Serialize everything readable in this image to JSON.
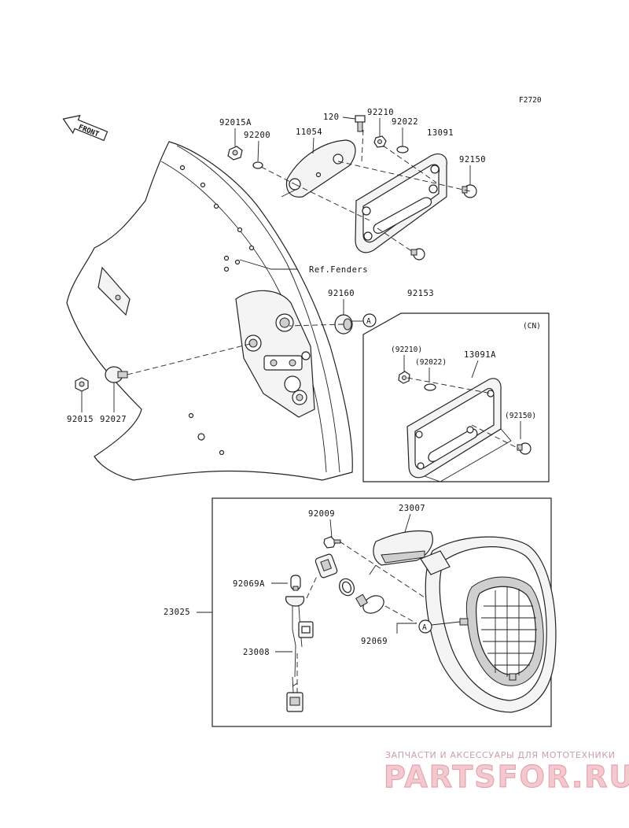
{
  "figure_code": "F2720",
  "front_label": "FRONT",
  "labels": {
    "p92015A": "92015A",
    "p92200": "92200",
    "p11054": "11054",
    "p120": "120",
    "p92210": "92210",
    "p92022": "92022",
    "p13091": "13091",
    "p92150": "92150",
    "ref_fenders": "Ref.Fenders",
    "p92153": "92153",
    "p92160": "92160",
    "p92015": "92015",
    "p92027": "92027",
    "callout_a": "A",
    "cn_tag": "(CN)",
    "cn_92210": "(92210)",
    "cn_92022": "(92022)",
    "cn_13091A": "13091A",
    "cn_92150": "(92150)",
    "p92009": "92009",
    "p23007": "23007",
    "p92069A": "92069A",
    "p23025": "23025",
    "p23008": "23008",
    "p92069": "92069",
    "callout_a2": "A"
  },
  "watermark": {
    "tagline": "ЗАПЧАСТИ И АКСЕССУАРЫ ДЛЯ МОТОТЕХНИКИ",
    "logo": "PARTSFOR.RU"
  }
}
